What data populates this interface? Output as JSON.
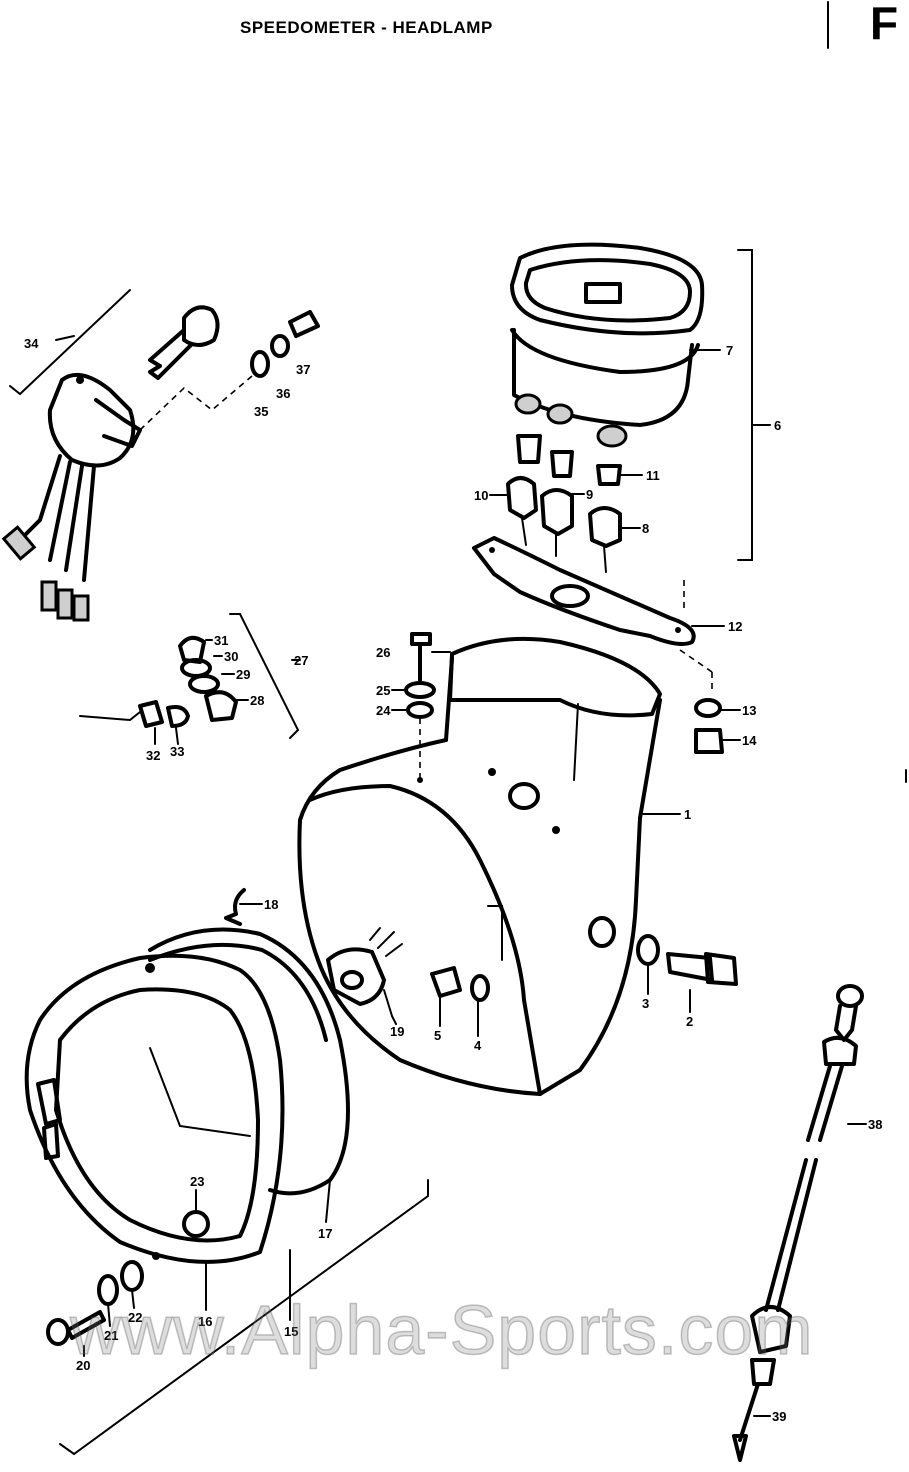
{
  "header": {
    "title": "SPEEDOMETER - HEADLAMP",
    "figure_code": "F"
  },
  "watermark": "www.Alpha-Sports.com",
  "callouts": {
    "c1": "1",
    "c2": "2",
    "c3": "3",
    "c4": "4",
    "c5": "5",
    "c6": "6",
    "c7": "7",
    "c8": "8",
    "c9": "9",
    "c10": "10",
    "c11": "11",
    "c12": "12",
    "c13": "13",
    "c14": "14",
    "c15": "15",
    "c16": "16",
    "c17": "17",
    "c18": "18",
    "c19": "19",
    "c20": "20",
    "c21": "21",
    "c22": "22",
    "c23": "23",
    "c24": "24",
    "c25": "25",
    "c26": "26",
    "c27": "27",
    "c28": "28",
    "c29": "29",
    "c30": "30",
    "c31": "31",
    "c32": "32",
    "c33": "33",
    "c34": "34",
    "c35": "35",
    "c36": "36",
    "c37": "37",
    "c38": "38",
    "c39": "39",
    "c20b": "20",
    "c21b": "21",
    "c22b": "22",
    "c10b": "10",
    "c9b": "9",
    "c8b": "8"
  }
}
